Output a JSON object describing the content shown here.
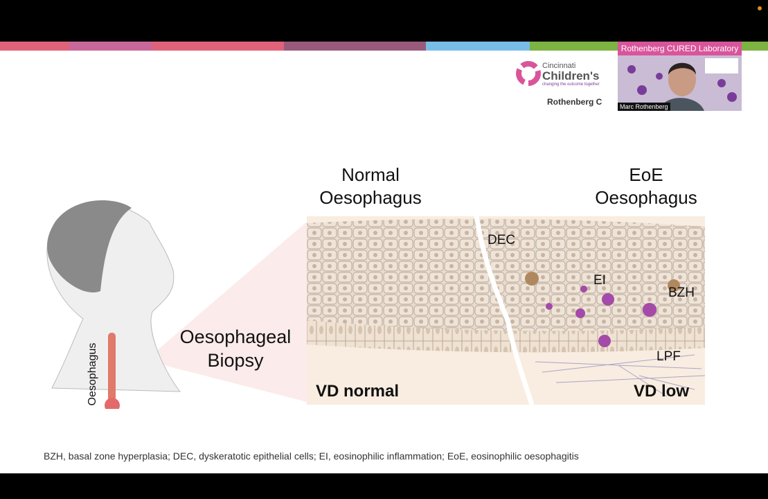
{
  "slide": {
    "labels": {
      "normal_title": "Normal\nOesophagus",
      "eoe_title": "EoE\nOesophagus",
      "biopsy": "Oesophageal\nBiopsy",
      "oesophagus": "Oesophagus",
      "dec": "DEC",
      "ei": "EI",
      "bzh": "BZH",
      "lpf": "LPF",
      "vd_normal": "VD normal",
      "vd_low": "VD low"
    },
    "logo": {
      "org_text": "Cincinnati",
      "org_text2": "Children's",
      "tagline": "changing the outcome together",
      "lab_heading": "Rothenberg C"
    },
    "footnote": "BZH, basal zone hyperplasia; DEC, dyskeratotic epithelial cells; EI, eosinophilic inflammation; EoE, eosinophilic oesophagitis"
  },
  "video_tile": {
    "title": "Rothenberg CURED Laboratory",
    "participant_name": "Marc Rothenberg"
  },
  "colors": {
    "banner": [
      "#e0627a",
      "#c8679a",
      "#e0627a",
      "#9a5a7c",
      "#78bde8",
      "#7cb342"
    ]
  }
}
